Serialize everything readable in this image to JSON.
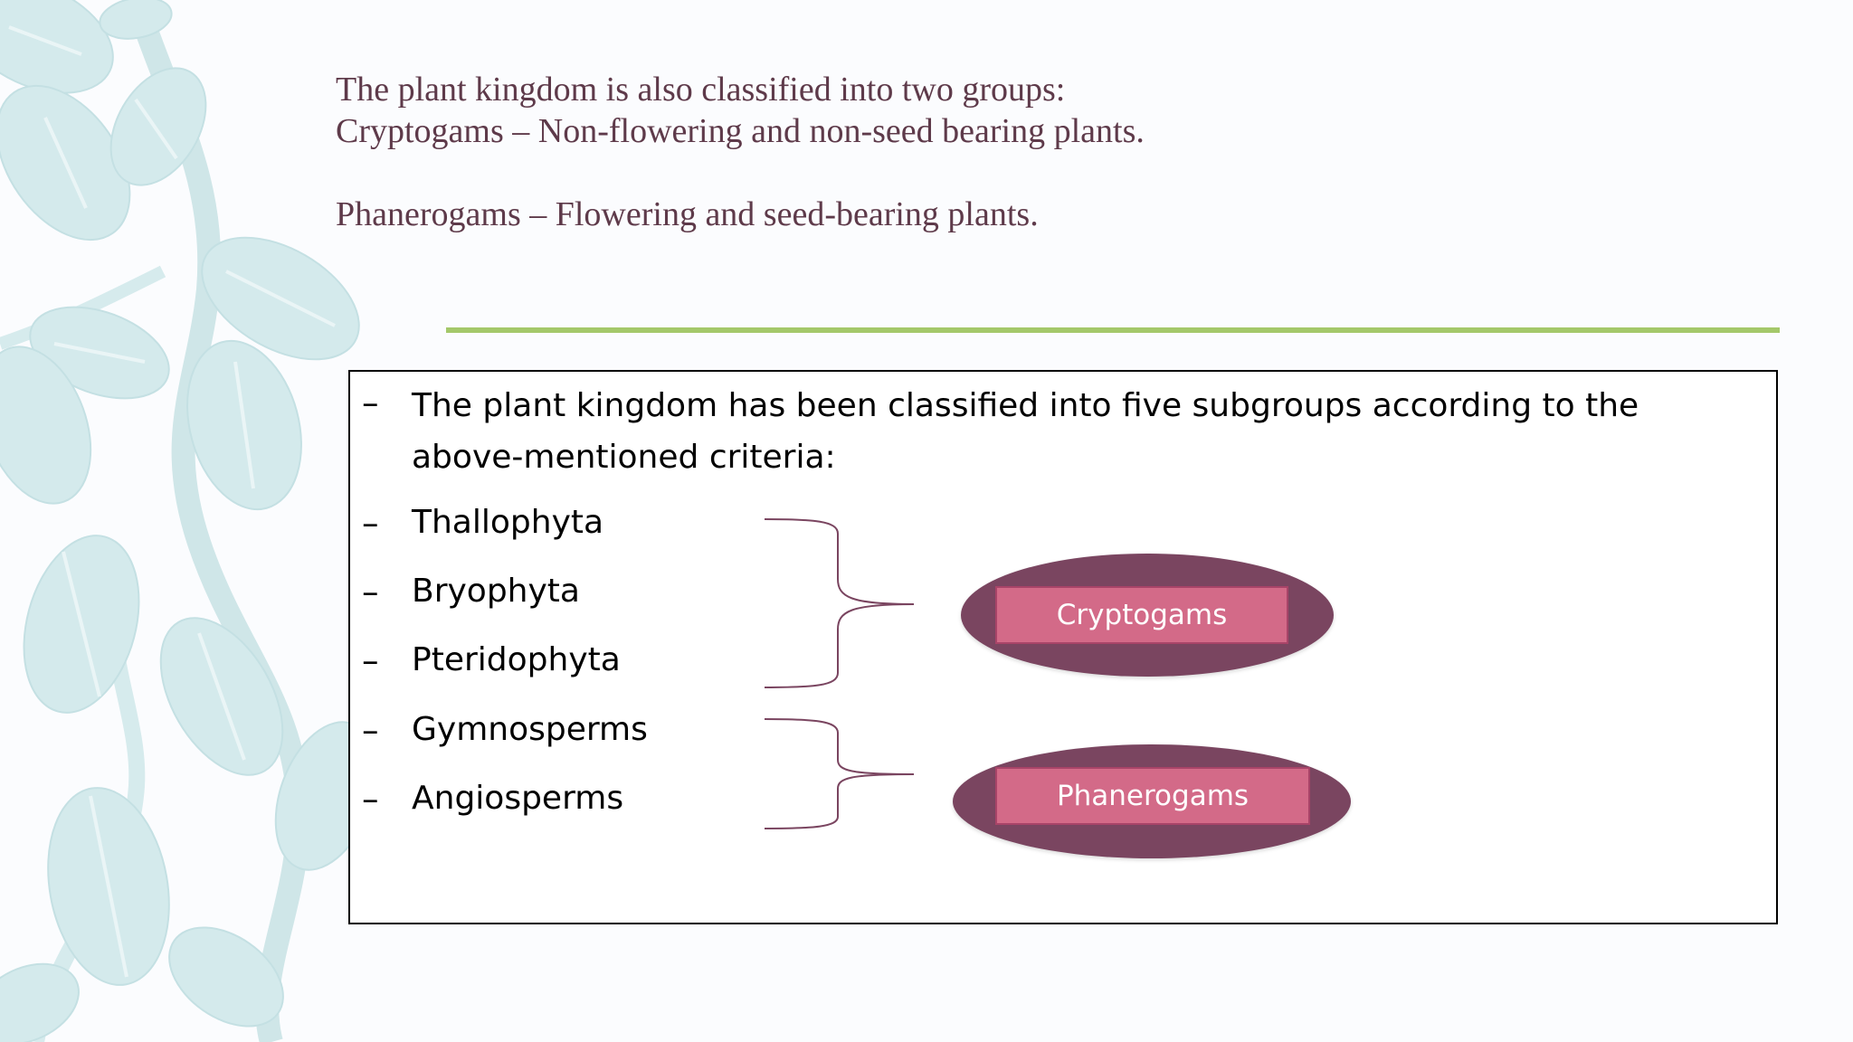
{
  "title": {
    "line1": "The plant kingdom is also classified into two groups:",
    "line2": "Cryptogams – Non-flowering and non-seed bearing plants.",
    "line3": "Phanerogams – Flowering and seed-bearing plants."
  },
  "content": {
    "bullet_symbol": "–",
    "intro": "The plant kingdom has been classified into five subgroups according to the above-mentioned criteria:",
    "subgroups": [
      "Thallophyta",
      "Bryophyta",
      "Pteridophyta",
      "Gymnosperms",
      "Angiosperms"
    ]
  },
  "groups": {
    "cryptogams": "Cryptogams",
    "phanerogams": "Phanerogams"
  },
  "colors": {
    "title_text": "#5e3a4a",
    "accent_rule": "#a4c86a",
    "ellipse_fill": "#7a4560",
    "label_fill": "#d36a88",
    "brace_stroke": "#7a4560",
    "leaf_art": "#d4eaec"
  },
  "icons": {
    "background": "leaf-vine-decoration",
    "connector": "curly-brace-icon"
  }
}
